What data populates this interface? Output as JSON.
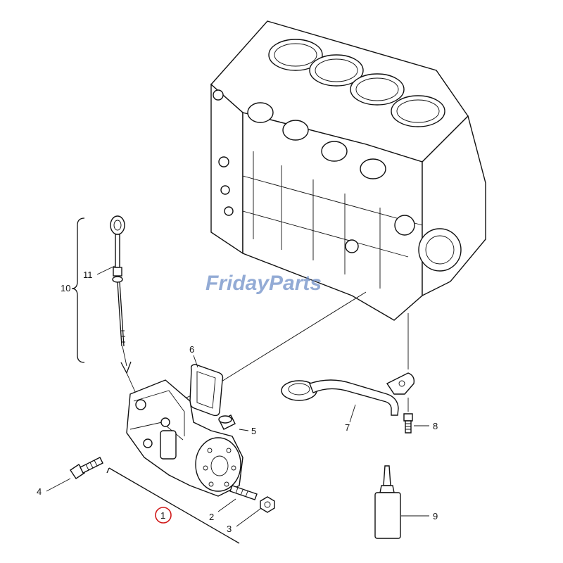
{
  "callouts": {
    "c1": "1",
    "c2": "2",
    "c3": "3",
    "c4": "4",
    "c5": "5",
    "c6": "6",
    "c7": "7",
    "c8": "8",
    "c9": "9",
    "c10": "10",
    "c11": "11"
  },
  "watermark": "FridayParts",
  "colors": {
    "highlight": "#d01818",
    "watermark": "#6f8fc8",
    "ink": "#111111"
  }
}
